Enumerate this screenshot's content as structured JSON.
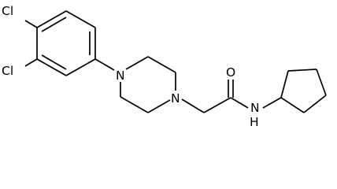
{
  "atom_labels": {
    "cl_top": "Cl",
    "cl_bottom": "Cl",
    "n_piperazine_aryl": "N",
    "n_piperazine_alkyl": "N",
    "o_carbonyl": "O",
    "nh_amide": "N",
    "h_amide": "H"
  },
  "colors": {
    "bond": "#000000",
    "label": "#000000",
    "background": "#ffffff"
  }
}
